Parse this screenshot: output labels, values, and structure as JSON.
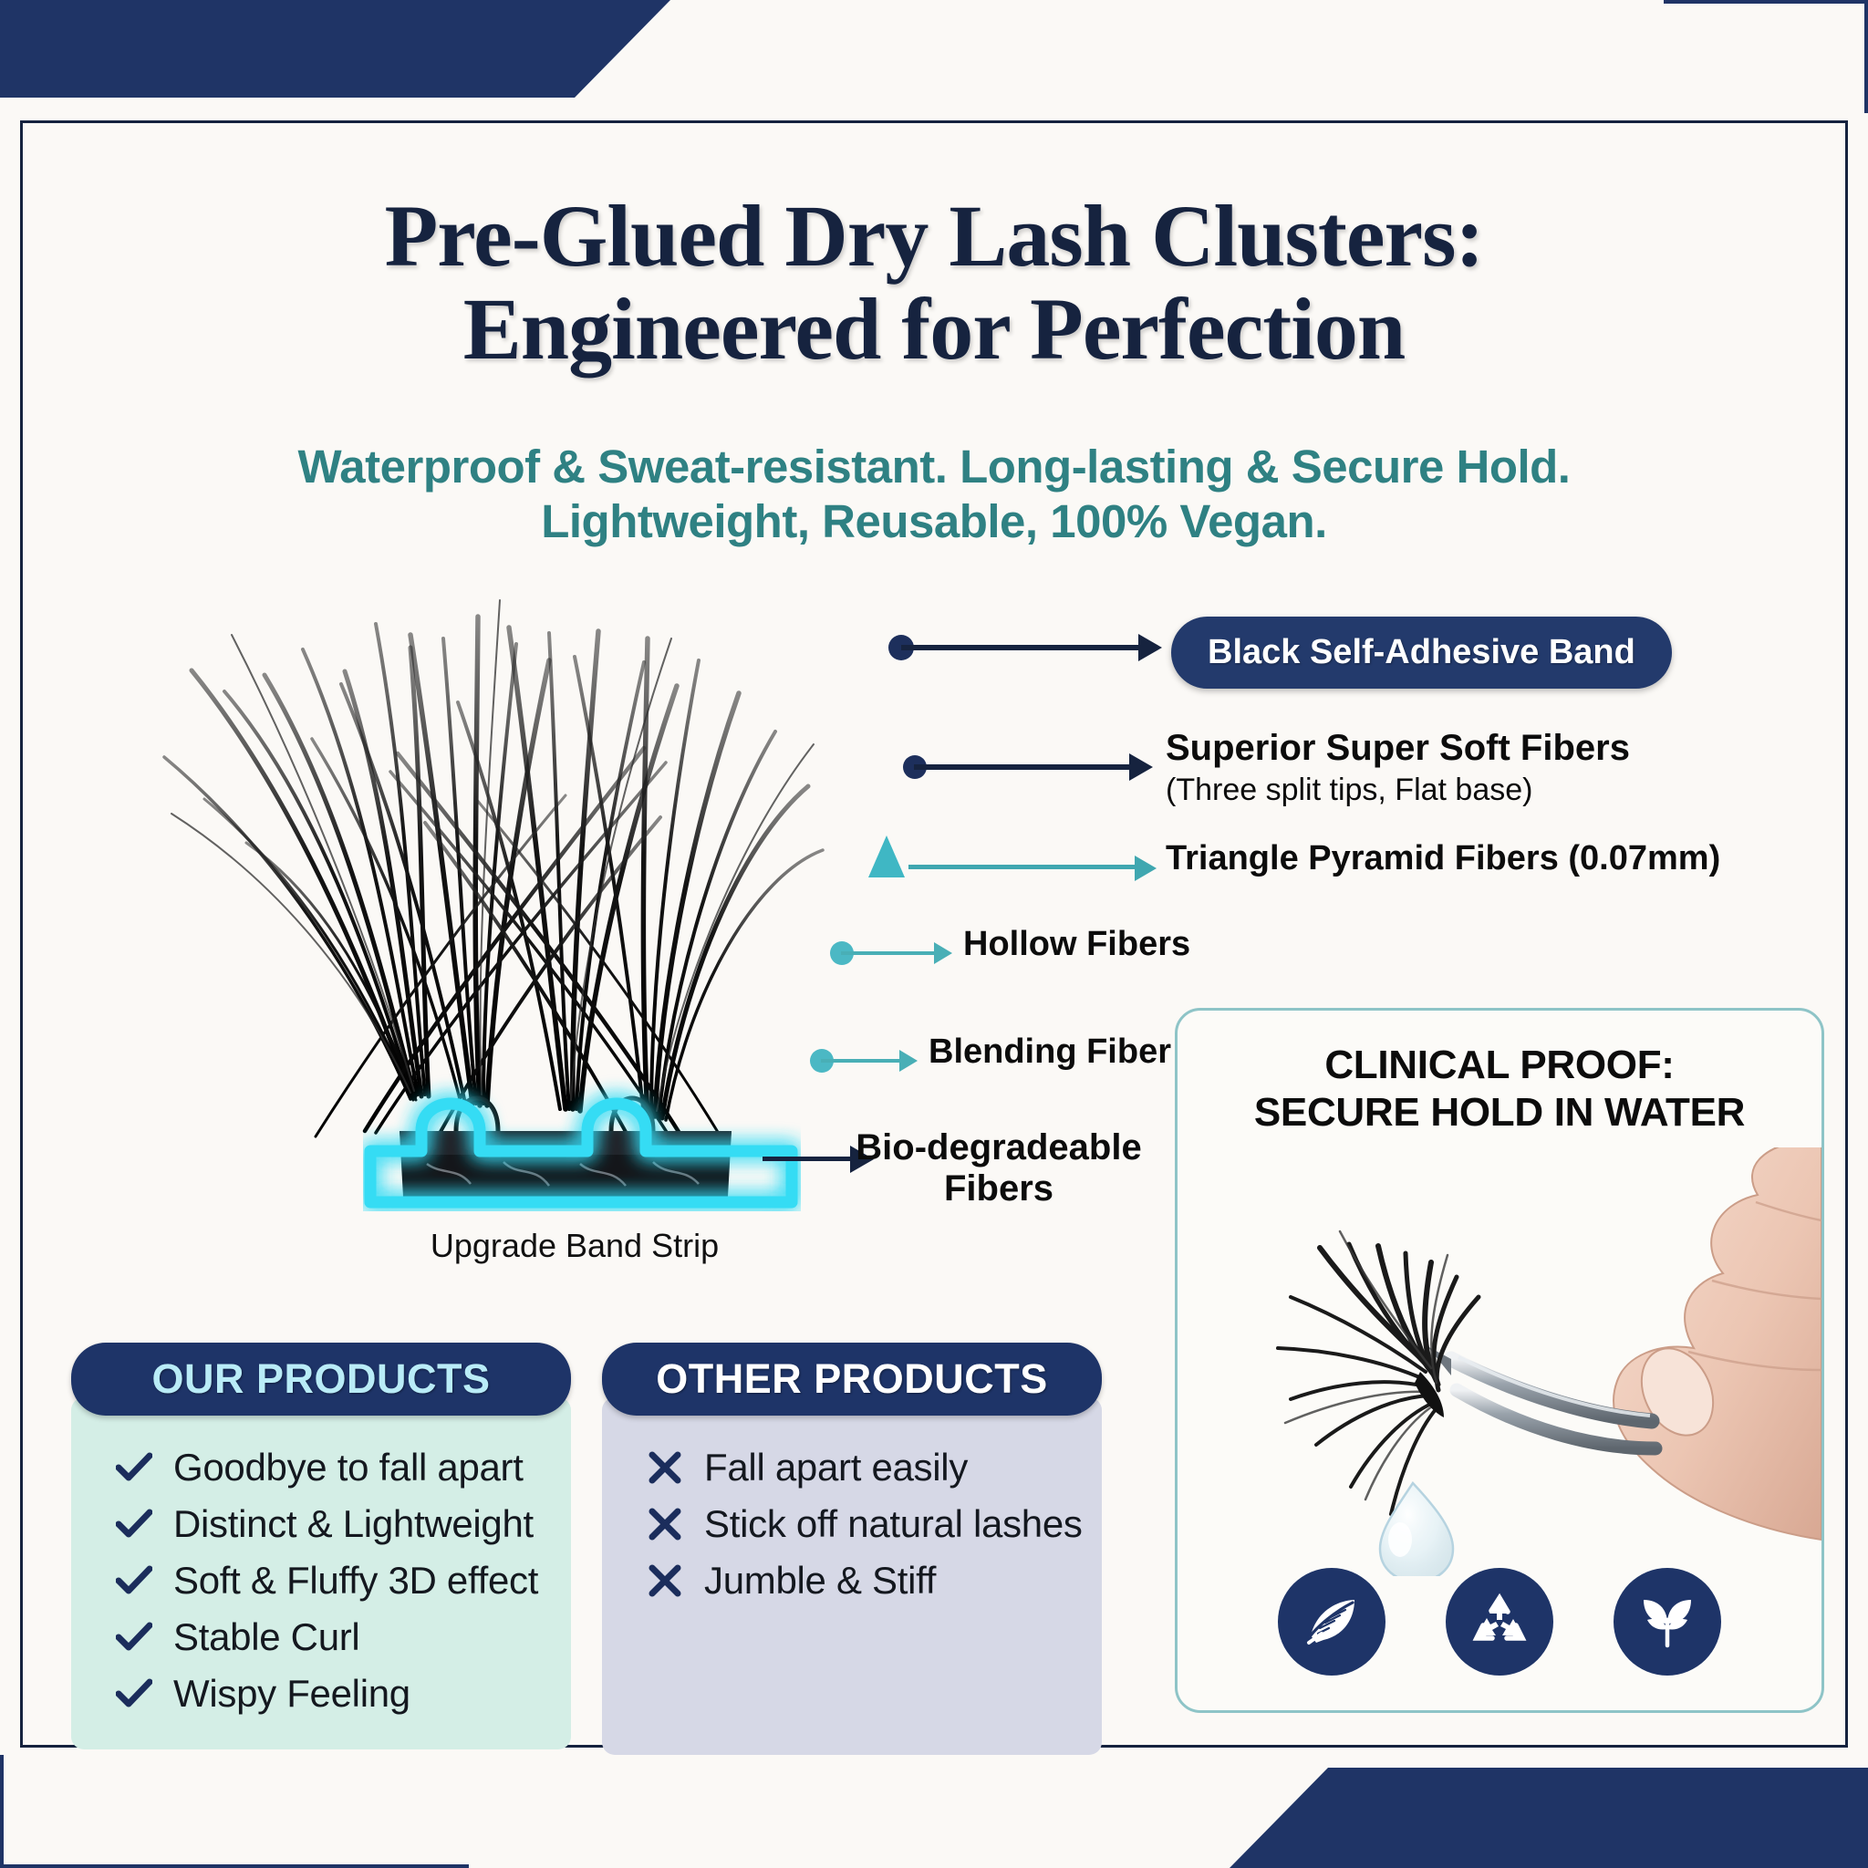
{
  "theme": {
    "navy": "#1f3466",
    "deep_navy": "#16233f",
    "teal": "#2f8183",
    "cyan": "#3fe0f5",
    "mint": "#d4eee6",
    "lavender": "#d6d8e6",
    "paper": "#fbf9f6"
  },
  "header": {
    "title_line1": "Pre-Glued Dry Lash Clusters:",
    "title_line2": "Engineered for Perfection",
    "subtitle_line1": "Waterproof & Sweat-resistant. Long-lasting & Secure Hold.",
    "subtitle_line2": "Lightweight, Reusable, 100% Vegan."
  },
  "callouts": [
    {
      "id": "band",
      "label": "Black Self-Adhesive Band",
      "style": "pill",
      "arrow": "dark"
    },
    {
      "id": "soft",
      "label": "Superior Super Soft Fibers",
      "sub": "(Three split tips, Flat base)",
      "style": "text",
      "arrow": "dark"
    },
    {
      "id": "triangle",
      "label": "Triangle Pyramid Fibers (0.07mm)",
      "style": "text",
      "arrow": "teal"
    },
    {
      "id": "hollow",
      "label": "Hollow Fibers",
      "style": "text",
      "arrow": "teal"
    },
    {
      "id": "blending",
      "label": "Blending Fiber",
      "style": "text",
      "arrow": "teal"
    },
    {
      "id": "bio",
      "label": "Bio-degradeable",
      "label2": "Fibers",
      "style": "text",
      "arrow": "dark"
    }
  ],
  "band_strip": {
    "caption": "Upgrade Band Strip"
  },
  "comparison": {
    "ours": {
      "heading": "OUR PRODUCTS",
      "mark": "check",
      "items": [
        "Goodbye to fall apart",
        "Distinct & Lightweight",
        "Soft & Fluffy 3D effect",
        "Stable Curl",
        "Wispy Feeling"
      ]
    },
    "theirs": {
      "heading": "OTHER PRODUCTS",
      "mark": "cross",
      "items": [
        "Fall apart easily",
        "Stick off natural lashes",
        "Jumble & Stiff"
      ]
    }
  },
  "clinical": {
    "title_line1": "CLINICAL PROOF:",
    "title_line2": "SECURE HOLD IN WATER",
    "badges": [
      {
        "name": "feather-icon"
      },
      {
        "name": "recycle-icon"
      },
      {
        "name": "leaf-icon"
      }
    ]
  }
}
